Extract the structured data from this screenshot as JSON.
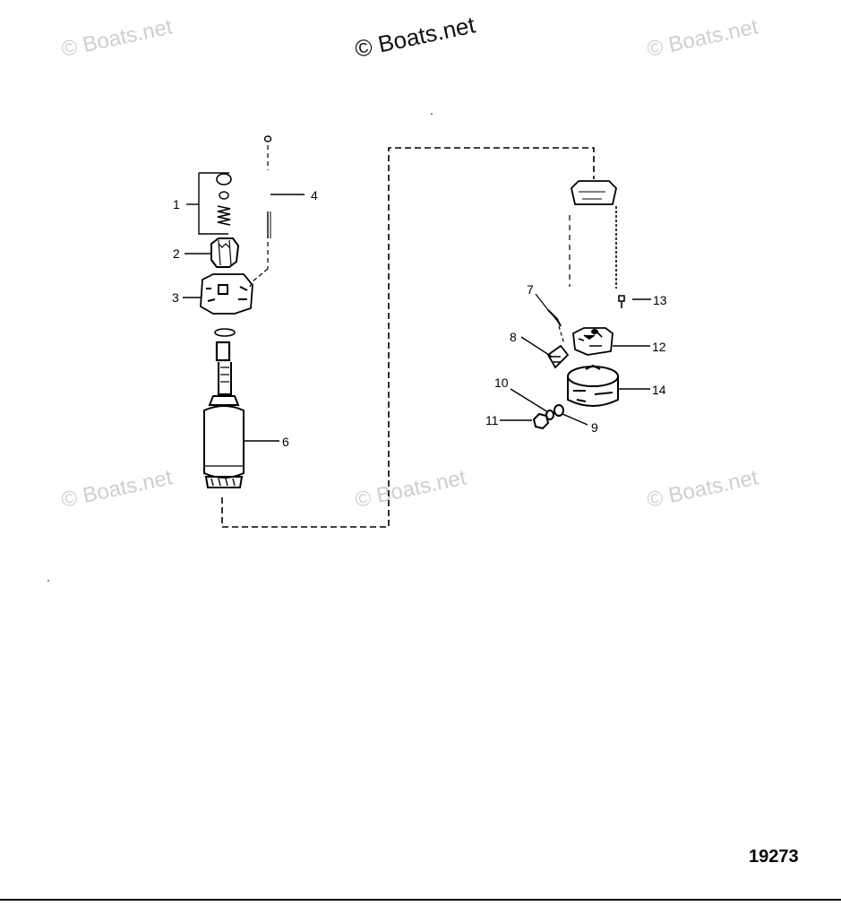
{
  "watermarks": {
    "top_left": "© Boats.net",
    "top_center": "© Boats.net",
    "top_right": "© Boats.net",
    "mid_left": "© Boats.net",
    "mid_center": "© Boats.net",
    "mid_right": "© Boats.net"
  },
  "diagram": {
    "figure_number": "19273",
    "callouts": {
      "c1": "1",
      "c2": "2",
      "c3": "3",
      "c4": "4",
      "c6": "6",
      "c7": "7",
      "c8": "8",
      "c9": "9",
      "c10": "10",
      "c11": "11",
      "c12": "12",
      "c13": "13",
      "c14": "14"
    }
  }
}
